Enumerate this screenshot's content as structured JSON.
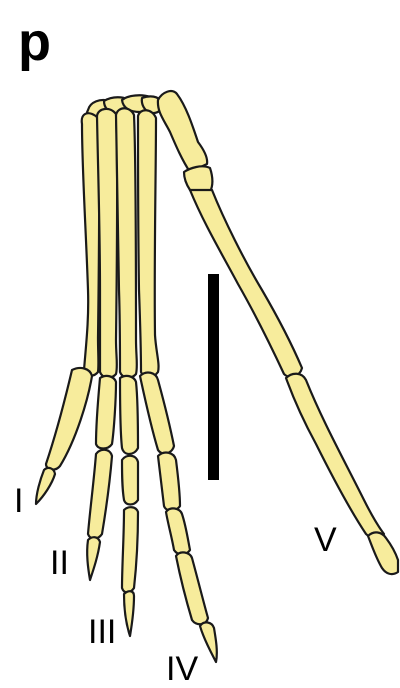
{
  "figure": {
    "panel_letter": "p",
    "digit_labels": {
      "I": "I",
      "II": "II",
      "III": "III",
      "IV": "IV",
      "V": "V"
    },
    "colors": {
      "bone_fill": "#F7EC9C",
      "outline": "#1A1A1A",
      "scale_bar": "#000000",
      "text": "#000000",
      "background": "#FFFFFF"
    }
  }
}
